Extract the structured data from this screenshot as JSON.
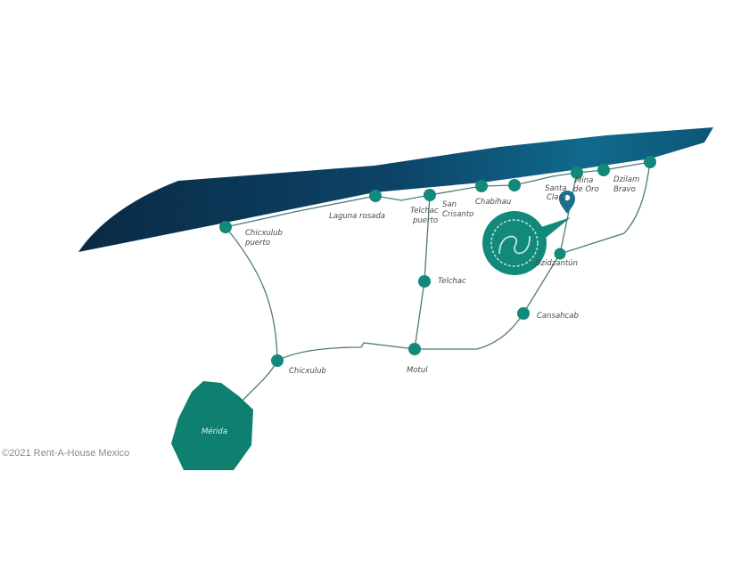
{
  "towns": {
    "chicxulub_puerto": [
      "Chicxulub",
      "puerto"
    ],
    "laguna_rosada": "Laguna rosada",
    "telchac_puerto": [
      "Telchac",
      "puerto"
    ],
    "san_crisanto": [
      "San",
      "Crisanto"
    ],
    "chabihau": "Chabihau",
    "santa_clara": [
      "Santa",
      "Clara"
    ],
    "mina_de_oro": [
      "Mina",
      "de Oro"
    ],
    "dzilam_bravo": [
      "Dzilam",
      "Bravo"
    ],
    "dzidzantun": "Dzidzantún",
    "telchac": "Telchac",
    "cansahcab": "Cansahcab",
    "motul": "Motul",
    "chicxulub": "Chicxulub",
    "merida": "Mérida"
  },
  "watermark": "©2021 Rent-A-House Mexico",
  "colors": {
    "town": "#12897a",
    "sea": "#0b3a5a",
    "road": "#4f7b78"
  }
}
